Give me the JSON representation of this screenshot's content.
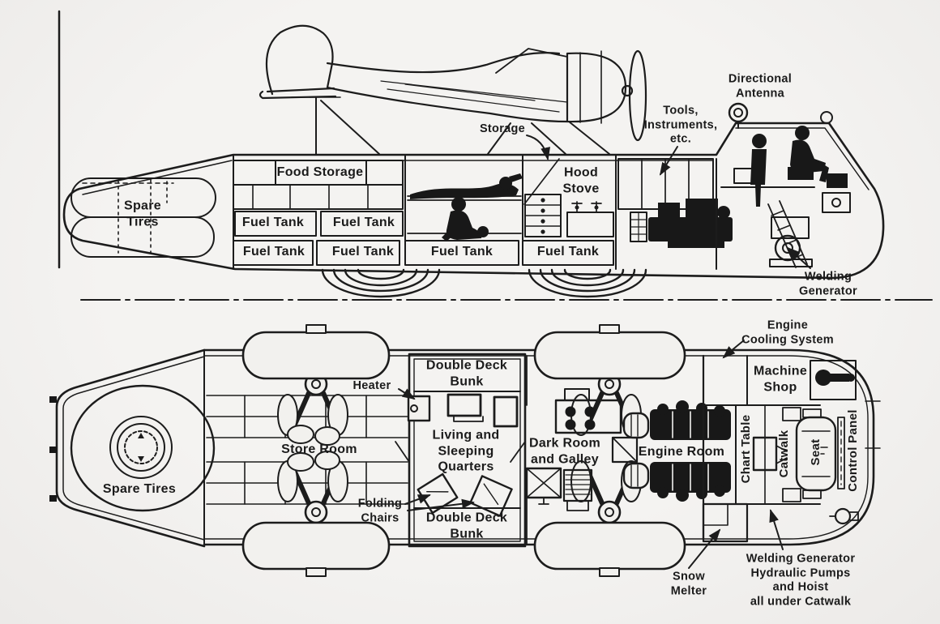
{
  "diagram_title": "Snow cruiser cutaway diagram (side elevation and plan view)",
  "colors": {
    "background": "#f2f1ee",
    "ink": "#1c1c1c"
  },
  "side": {
    "food_storage": "Food Storage",
    "fuel_tanks_upper": [
      "Fuel Tank",
      "Fuel Tank"
    ],
    "fuel_tanks_lower": [
      "Fuel Tank",
      "Fuel Tank",
      "Fuel Tank",
      "Fuel Tank"
    ],
    "spare_tires": "Spare\nTires",
    "storage": "Storage",
    "hood_stove": "Hood\nStove",
    "tools": "Tools,\nInstruments,\netc.",
    "directional_antenna": "Directional\nAntenna",
    "welding_generator": "Welding\nGenerator"
  },
  "plan": {
    "spare_tires": "Spare Tires",
    "store_room": "Store Room",
    "heater": "Heater",
    "double_deck_bunk_top": "Double Deck\nBunk",
    "living_quarters": "Living and\nSleeping\nQuarters",
    "folding_chairs": "Folding\nChairs",
    "double_deck_bunk_bottom": "Double Deck\nBunk",
    "dark_room_galley": "Dark Room\nand Galley",
    "engine_room": "Engine Room",
    "engine_cooling": "Engine\nCooling System",
    "machine_shop": "Machine\nShop",
    "chart_table": "Chart Table",
    "catwalk": "Catwalk",
    "seat": "Seat",
    "control_panel": "Control Panel",
    "snow_melter": "Snow\nMelter",
    "welding_note": "Welding Generator\nHydraulic Pumps\nand Hoist\nall under Catwalk"
  }
}
